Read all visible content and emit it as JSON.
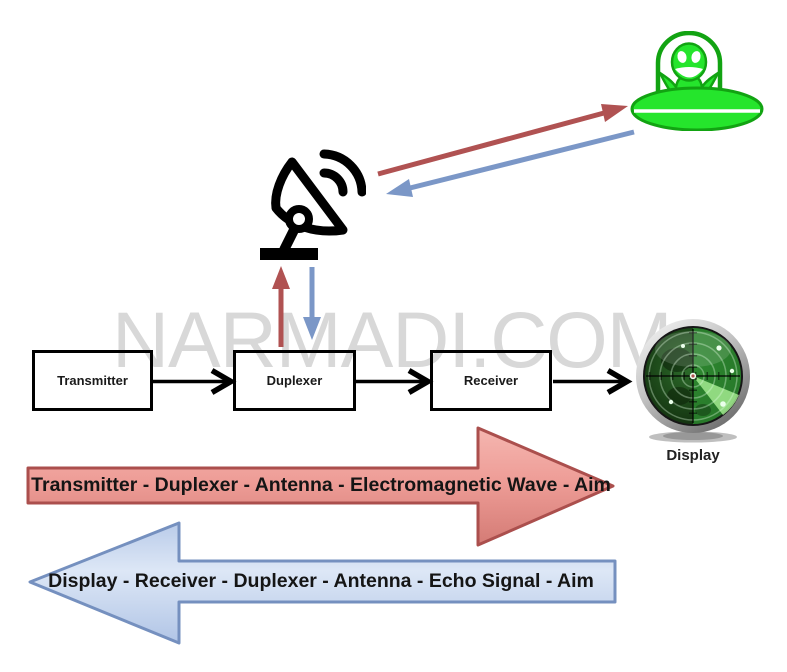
{
  "watermark": "NARMADI.COM",
  "diagram": {
    "blocks": [
      {
        "label": "Transmitter"
      },
      {
        "label": "Duplexer"
      },
      {
        "label": "Receiver"
      }
    ],
    "display": {
      "label": "Display"
    },
    "icons": {
      "antenna": "satellite-dish-icon",
      "aim": "alien-ufo-icon",
      "display": "radar-screen-icon"
    }
  },
  "banners": {
    "transmit": {
      "label": "Transmitter - Duplexer - Antenna - Electromagnetic Wave - Aim",
      "fill": "#ee9d97",
      "border": "#ab4f4d"
    },
    "receive": {
      "label": "Display - Receiver - Duplexer - Antenna - Echo Signal - Aim",
      "fill": "#c5d5ee",
      "border": "#7590bf"
    }
  },
  "colors": {
    "transmit_arrow": "#b05252",
    "echo_arrow": "#7b97c7",
    "alien_green": "#25e52c",
    "radar_green": "#2f9233",
    "watermark_gray": "#d8d8d8",
    "block_border": "#000000"
  }
}
